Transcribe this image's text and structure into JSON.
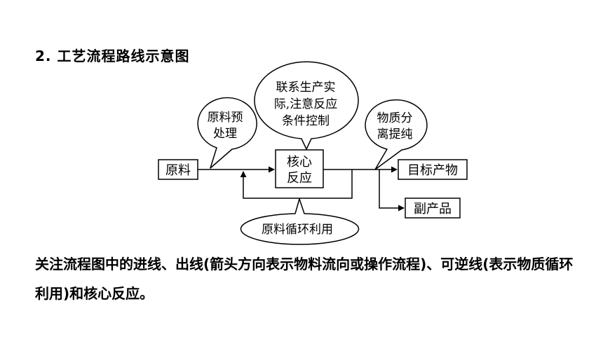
{
  "heading": "2. 工艺流程路线示意图",
  "diagram": {
    "raw_material": "原料",
    "core_line1": "核心",
    "core_line2": "反应",
    "target_product": "目标产物",
    "by_product": "副产品",
    "callout_pretreat_line1": "原料预",
    "callout_pretreat_line2": "处理",
    "callout_practice_line1": "联系生产实",
    "callout_practice_line2": "际,注意反应",
    "callout_practice_line3": "条件控制",
    "callout_separate_line1": "物质分",
    "callout_separate_line2": "离提纯",
    "callout_recycle": "原料循环利用"
  },
  "note": "关注流程图中的进线、出线(箭头方向表示物料流向或操作流程)、可逆线(表示物质循环利用)和核心反应。"
}
